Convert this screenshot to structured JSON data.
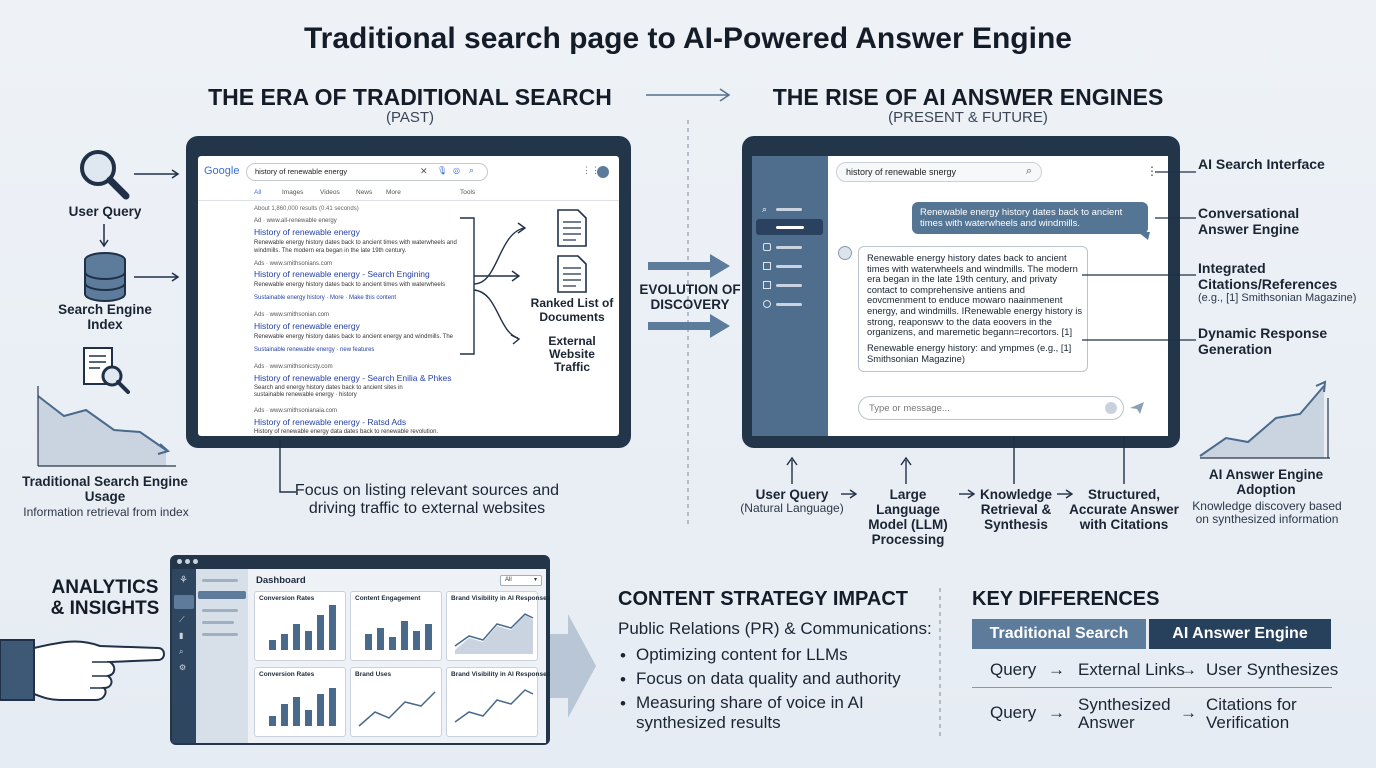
{
  "title": "Traditional search page to AI-Powered Answer Engine",
  "left": {
    "heading": "THE ERA OF TRADITIONAL SEARCH",
    "sub": "(PAST)",
    "user_query": "User Query",
    "search_index": "Search Engine Index",
    "usage_title": "Traditional Search Engine Usage",
    "usage_sub": "Information retrieval from index",
    "ranked": "Ranked List of Documents",
    "traffic": "External Website Traffic",
    "focus": "Focus on listing relevant sources and driving traffic to external websites",
    "google": {
      "logo": "Google",
      "query": "history of renewable energy",
      "tabs": [
        "All",
        "Images",
        "Videos",
        "News",
        "More"
      ],
      "tools": "Tools",
      "stats": "About 1,860,000 results (0.41 seconds)",
      "results": [
        {
          "ad": "Ad · www.all-renewable energy",
          "title": "History of renewable energy",
          "snippet1": "Renewable energy history dates back to ancient times with waterwheels and",
          "snippet2": "windmills. The modern era began in the late 19th century."
        },
        {
          "ad": "Ads · www.smithsonians.com",
          "title": "History of renewable energy - Search Engining",
          "snippet1": "Renewable energy history dates back to ancient times with waterwheels",
          "snippet2": "Sustainable energy history · More · Make this content"
        },
        {
          "ad": "Ads · www.smithsonian.com",
          "title": "History of renewable energy",
          "snippet1": "Renewable energy history dates back to ancient energy and windmills. The",
          "snippet2": "Sustainable renewable energy · new features"
        },
        {
          "ad": "Ads · www.smithsonicsty.com",
          "title": "History of renewable energy - Search Enilia & Phkes",
          "snippet1": "Search and energy history dates back to ancient sites in",
          "snippet2": "sustainable renewable energy · history"
        },
        {
          "ad": "Ads · www.smithsonianaia.com",
          "title": "History of renewable energy - Ratsd Ads",
          "snippet1": "History of renewable energy data dates back to renewable revolution.",
          "snippet2": ""
        }
      ]
    }
  },
  "middle": {
    "evolution": "EVOLUTION OF DISCOVERY"
  },
  "right": {
    "heading": "THE RISE OF AI ANSWER ENGINES",
    "sub": "(PRESENT & FUTURE)",
    "search_text": "history of renewable snergy",
    "user_bubble": "Renewable energy history dates back to ancient times with waterwheels and windmills.",
    "ai_answer": "Renewable energy history dates back to ancient times with waterwheels and windmills. The modern era began in the late 19th century, and privaty contact to comprehensive antiens and eovcmenment to enduce mowaro naainmenent energy, and windmills. IRenewable energy history is strong, reaponswv to the data eoovers in the organizens, and maremetic begann=recortors. [1]",
    "ai_answer2": "Renewable energy history: and ympmes (e.g., [1] Smithsonian Magazine)",
    "input_placeholder": "Type or message...",
    "callouts": {
      "interface": "AI Search Interface",
      "conversational": "Conversational Answer Engine",
      "citations": "Integrated Citations/References",
      "citations_sub": "(e.g., [1] Smithsonian Magazine)",
      "dynamic": "Dynamic Response Generation"
    },
    "flow": {
      "q": "User Query",
      "q_sub": "(Natural Language)",
      "llm": "Large Language Model (LLM) Processing",
      "kr": "Knowledge Retrieval & Synthesis",
      "sa": "Structured, Accurate Answer with Citations"
    },
    "adoption": "AI Answer Engine Adoption",
    "adoption_sub": "Knowledge discovery based on synthesized information"
  },
  "analytics": {
    "heading": "ANALYTICS & INSIGHTS",
    "dashboard": "Dashboard",
    "filter": "All",
    "cards": [
      "Conversion Rates",
      "Content Engagement",
      "Brand Visibility in AI Responses",
      "Conversion Rates",
      "Brand Uses",
      "Brand Visibility in AI Responses"
    ]
  },
  "strategy": {
    "heading": "CONTENT STRATEGY IMPACT",
    "sub": "Public Relations (PR) & Communications:",
    "bullets": [
      "Optimizing content for LLMs",
      "Focus on data quality and authority",
      "Measuring share of voice in AI synthesized results"
    ]
  },
  "key": {
    "heading": "KEY DIFFERENCES",
    "col1": "Traditional Search",
    "col2": "AI Answer Engine",
    "row1": [
      "Query",
      "External Links",
      "User Synthesizes"
    ],
    "row2": [
      "Query",
      "Synthesized Answer",
      "Citations for Verification"
    ]
  },
  "colors": {
    "dark": "#233549",
    "accent": "#4a6a8c",
    "head1": "#5d7b9b",
    "head2": "#27415d"
  }
}
